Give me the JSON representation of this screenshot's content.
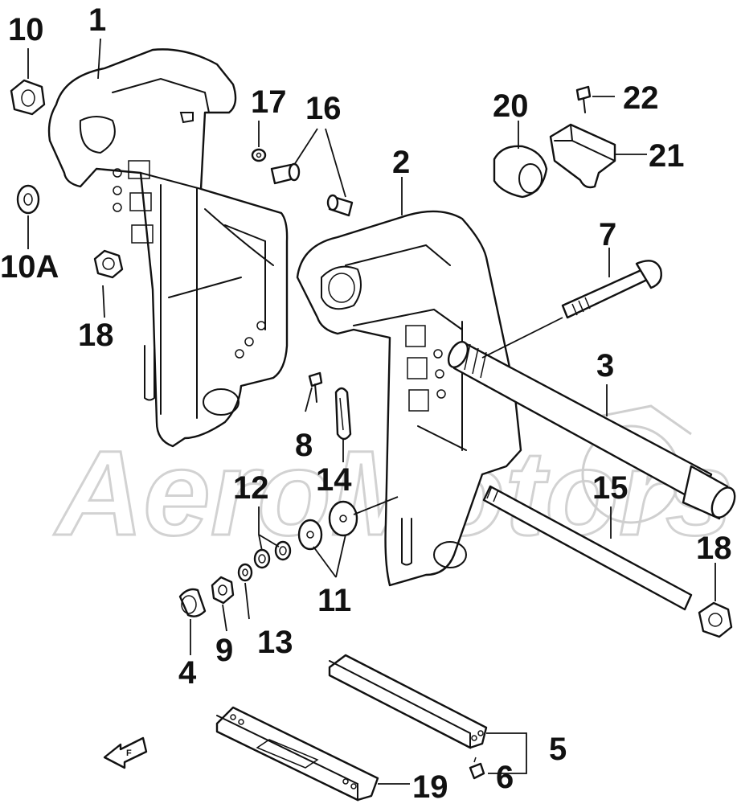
{
  "diagram": {
    "watermark_text": "AeroMotors",
    "front_marker": "F",
    "callouts": [
      {
        "id": "p1",
        "label": "1"
      },
      {
        "id": "p2",
        "label": "2"
      },
      {
        "id": "p3",
        "label": "3"
      },
      {
        "id": "p4",
        "label": "4"
      },
      {
        "id": "p5",
        "label": "5"
      },
      {
        "id": "p6",
        "label": "6"
      },
      {
        "id": "p7",
        "label": "7"
      },
      {
        "id": "p8",
        "label": "8"
      },
      {
        "id": "p9",
        "label": "9"
      },
      {
        "id": "p10",
        "label": "10"
      },
      {
        "id": "p10a",
        "label": "10A"
      },
      {
        "id": "p11",
        "label": "11"
      },
      {
        "id": "p12",
        "label": "12"
      },
      {
        "id": "p13",
        "label": "13"
      },
      {
        "id": "p14",
        "label": "14"
      },
      {
        "id": "p15",
        "label": "15"
      },
      {
        "id": "p16",
        "label": "16"
      },
      {
        "id": "p17",
        "label": "17"
      },
      {
        "id": "p18a",
        "label": "18"
      },
      {
        "id": "p18b",
        "label": "18"
      },
      {
        "id": "p19",
        "label": "19"
      },
      {
        "id": "p20",
        "label": "20"
      },
      {
        "id": "p21",
        "label": "21"
      },
      {
        "id": "p22",
        "label": "22"
      }
    ]
  }
}
